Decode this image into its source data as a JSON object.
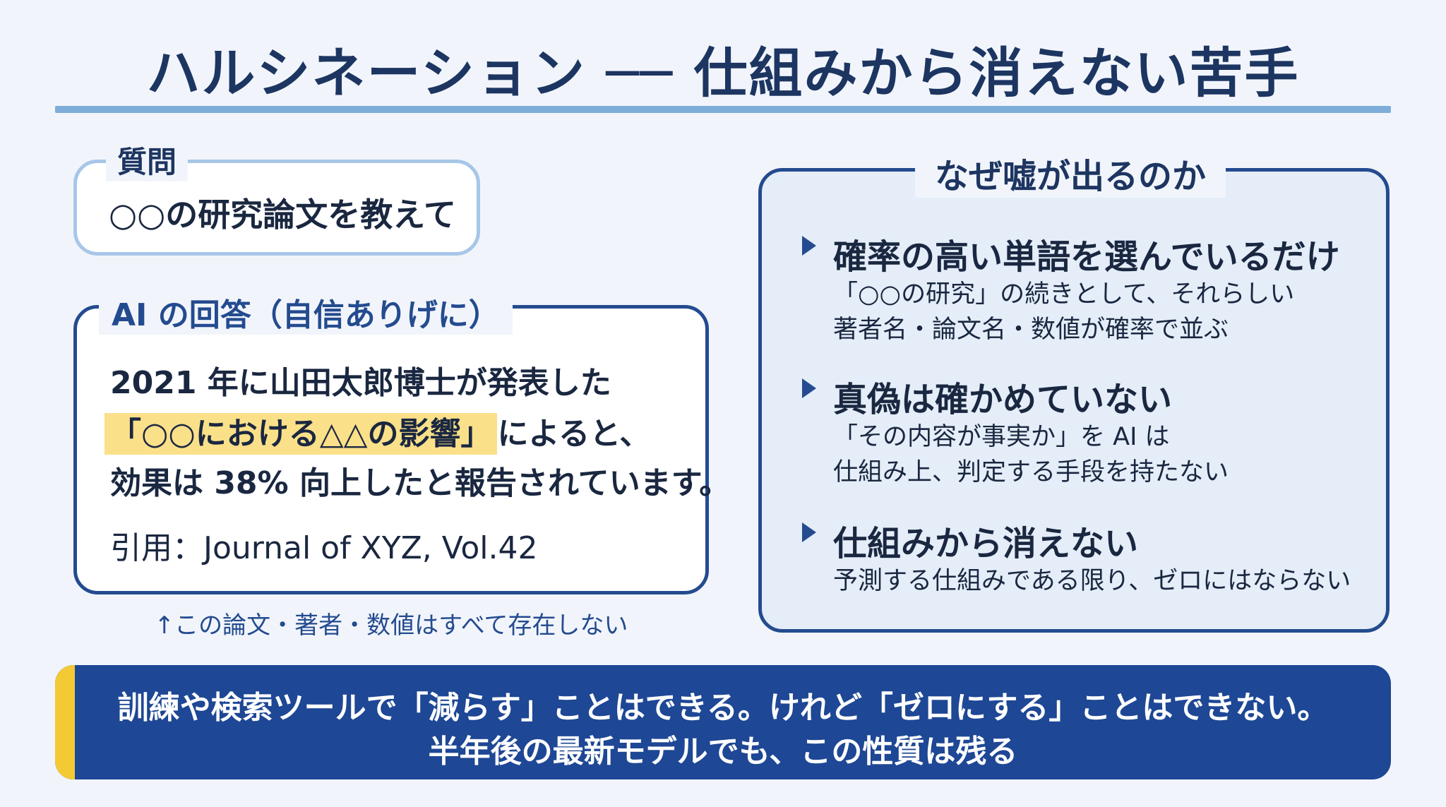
{
  "title": "ハルシネーション ── 仕組みから消えない苦手",
  "question": {
    "label": "質問",
    "text": "○○の研究論文を教えて"
  },
  "answer": {
    "label": "AI の回答（自信ありげに）",
    "line1": "2021 年に山田太郎博士が発表した",
    "line2_highlight": "「○○における△△の影響」",
    "line2_rest": "によると、",
    "line3": "効果は 38% 向上したと報告されています。",
    "citation": "引用：Journal of XYZ, Vol.42",
    "note": "↑この論文・著者・数値はすべて存在しない"
  },
  "why": {
    "title": "なぜ嘘が出るのか",
    "items": [
      {
        "head": "確率の高い単語を選んでいるだけ",
        "sub1": "「○○の研究」の続きとして、それらしい",
        "sub2": "著者名・論文名・数値が確率で並ぶ"
      },
      {
        "head": "真偽は確かめていない",
        "sub1": "「その内容が事実か」を AI は",
        "sub2": "仕組み上、判定する手段を持たない"
      },
      {
        "head": "仕組みから消えない",
        "sub1": "予測する仕組みである限り、ゼロにはならない"
      }
    ]
  },
  "banner": {
    "line1": "訓練や検索ツールで「減らす」ことはできる。けれど「ゼロにする」ことはできない。",
    "line2": "半年後の最新モデルでも、この性質は残る"
  },
  "colors": {
    "primary": "#1e4795",
    "accent_yellow": "#f3c935",
    "highlight": "#fbe08a",
    "light_blue": "#7fadd9"
  }
}
